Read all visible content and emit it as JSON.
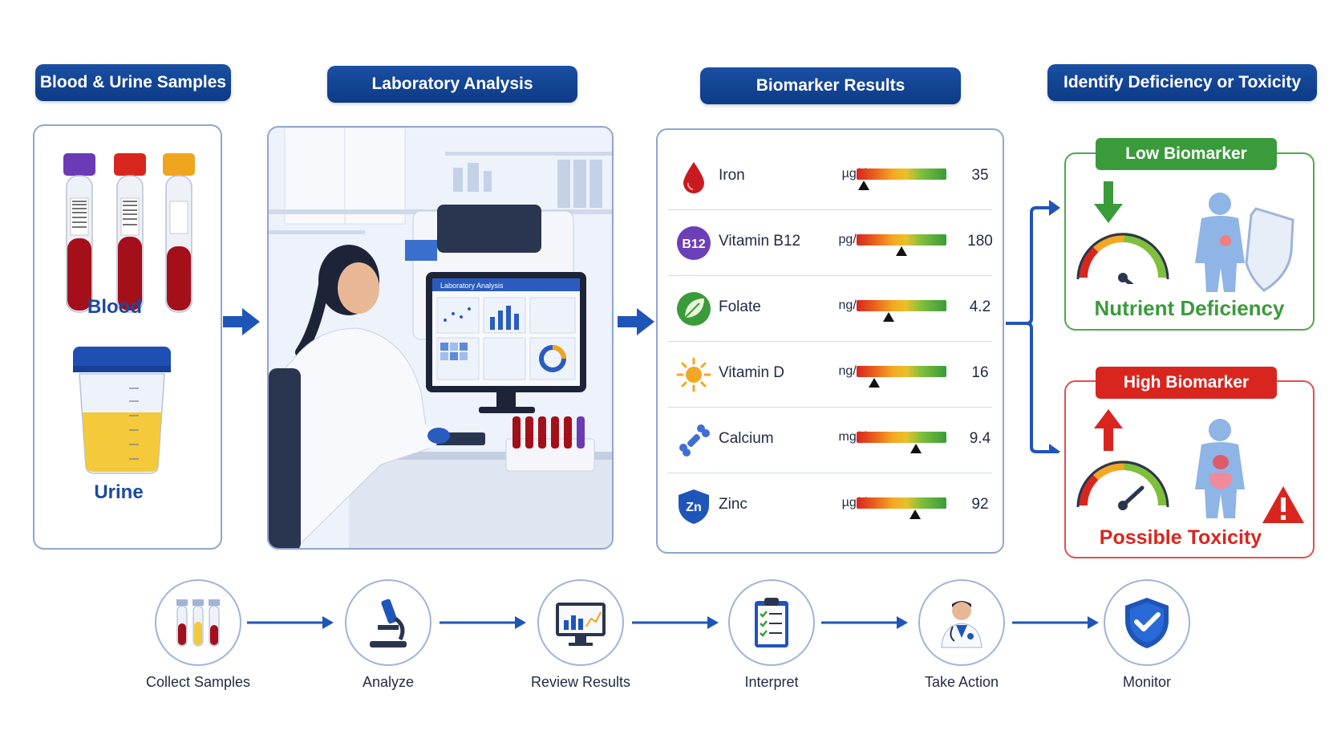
{
  "headers": {
    "samples": "Blood & Urine Samples",
    "lab": "Laboratory Analysis",
    "results": "Biomarker Results",
    "identify": "Identify Deficiency or Toxicity"
  },
  "samples": {
    "blood_label": "Blood",
    "urine_label": "Urine"
  },
  "lab_screen_title": "Laboratory Analysis",
  "biomarkers": [
    {
      "name": "Iron",
      "unit": "µg/dL",
      "value": "35",
      "icon": "blood-drop-icon",
      "level": 0.08
    },
    {
      "name": "Vitamin B12",
      "unit": "pg/mL",
      "value": "180",
      "icon": "b12-badge-icon",
      "badge": "B12",
      "level": 0.5
    },
    {
      "name": "Folate",
      "unit": "ng/mL",
      "value": "4.2",
      "icon": "leaf-icon",
      "level": 0.36
    },
    {
      "name": "Vitamin D",
      "unit": "ng/mL",
      "value": "16",
      "icon": "sun-icon",
      "level": 0.2
    },
    {
      "name": "Calcium",
      "unit": "mg/dL",
      "value": "9.4",
      "icon": "bone-icon",
      "level": 0.66
    },
    {
      "name": "Zinc",
      "unit": "µg/dL",
      "value": "92",
      "icon": "zinc-shield-icon",
      "badge": "Zn",
      "level": 0.65
    }
  ],
  "outcomes": {
    "low": {
      "pill": "Low Biomarker",
      "caption": "Nutrient Deficiency",
      "color": "#3a9b3a"
    },
    "high": {
      "pill": "High Biomarker",
      "caption": "Possible Toxicity",
      "color": "#d8261f"
    }
  },
  "steps": [
    {
      "label": "Collect Samples",
      "icon": "test-tubes-icon"
    },
    {
      "label": "Analyze",
      "icon": "microscope-icon"
    },
    {
      "label": "Review Results",
      "icon": "monitor-chart-icon"
    },
    {
      "label": "Interpret",
      "icon": "clipboard-checklist-icon"
    },
    {
      "label": "Take Action",
      "icon": "doctor-icon"
    },
    {
      "label": "Monitor",
      "icon": "shield-check-icon"
    }
  ],
  "colors": {
    "primary": "#0d3b86",
    "accent": "#1a4aa0",
    "low": "#3a9b3a",
    "high": "#d8261f"
  }
}
